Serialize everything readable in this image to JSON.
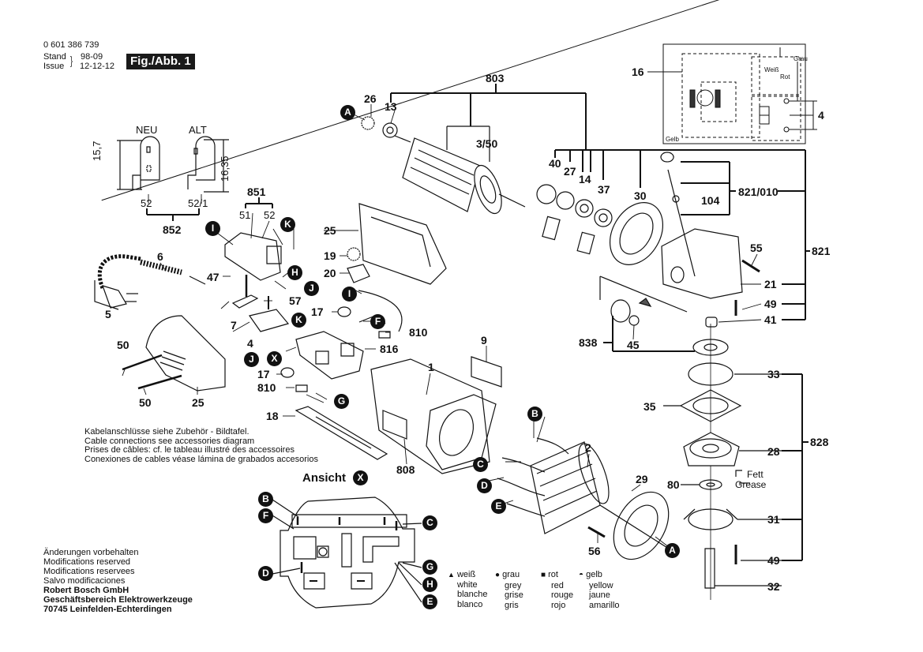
{
  "header": {
    "part_number": "0 601 386 739",
    "stand_label": "Stand",
    "issue_label": "Issue",
    "stand_old_date": "98-09",
    "issue_date": "12-12-12",
    "figure_label": "Fig./Abb. 1"
  },
  "detail_insert": {
    "neu_label": "NEU",
    "alt_label": "ALT",
    "dim_neu": "15,7",
    "dim_alt": "16,35",
    "part_neu": "52",
    "part_alt": "52/1",
    "group": "852"
  },
  "part_labels": {
    "p803": "803",
    "p26": "26",
    "p13": "13",
    "p3_50": "3/50",
    "p40": "40",
    "p27": "27",
    "p14": "14",
    "p37": "37",
    "p30": "30",
    "p821_010": "821/010",
    "p104": "104",
    "p821": "821",
    "p55": "55",
    "p21": "21",
    "p49a": "49",
    "p41": "41",
    "p838": "838",
    "p45": "45",
    "p33": "33",
    "p35": "35",
    "p28": "28",
    "p828": "828",
    "p80": "80",
    "p31": "31",
    "p49b": "49",
    "p32": "32",
    "p29": "29",
    "p2": "2",
    "p56": "56",
    "p1": "1",
    "p9": "9",
    "p808": "808",
    "p851": "851",
    "p51": "51",
    "p52": "52",
    "p25a": "25",
    "p19": "19",
    "p20": "20",
    "p6": "6",
    "p5": "5",
    "p47": "47",
    "p7": "7",
    "p57": "57",
    "p4a": "4",
    "p17a": "17",
    "p810a": "810",
    "p816": "816",
    "p17b": "17",
    "p810b": "810",
    "p18": "18",
    "p50a": "50",
    "p50b": "50",
    "p25b": "25",
    "p16": "16",
    "p4b": "4"
  },
  "grease_note": {
    "de": "Fett",
    "en": "Grease"
  },
  "wiring": {
    "grau": "Grau",
    "weiss": "Weiß",
    "rot": "Rot",
    "gelb": "Gelb"
  },
  "connectors": {
    "A1": "A",
    "A2": "A",
    "B": "B",
    "C": "C",
    "D": "D",
    "E": "E",
    "F": "F",
    "G": "G",
    "H": "H",
    "I1": "I",
    "I2": "I",
    "J1": "J",
    "J2": "J",
    "K1": "K",
    "K2": "K",
    "X1": "X"
  },
  "ansicht": {
    "title": "Ansicht",
    "marker": "X",
    "markers": [
      "B",
      "F",
      "D",
      "C",
      "G",
      "H",
      "E"
    ]
  },
  "cable_note": [
    "Kabelanschlüsse siehe Zubehör - Bildtafel.",
    "Cable connections see accessories diagram",
    "Prises de câbles: cf. le tableau illustré des accessoires",
    "Conexiones de cables véase lámina de grabados accesorios"
  ],
  "footer": [
    "Änderungen vorbehalten",
    "Modifications reserved",
    "Modifications reservees",
    "Salvo modificaciones",
    "Robert Bosch GmbH",
    "Geschäftsbereich Elektrowerkzeuge",
    "70745 Leinfelden-Echterdingen"
  ],
  "color_legend": [
    {
      "symbol": "triangle-icon",
      "glyph": "▲",
      "de": "weiß",
      "en": "white",
      "fr": "blanche",
      "es": "blanco"
    },
    {
      "symbol": "circle-icon",
      "glyph": "●",
      "de": "grau",
      "en": "grey",
      "fr": "grise",
      "es": "gris"
    },
    {
      "symbol": "square-icon",
      "glyph": "■",
      "de": "rot",
      "en": "red",
      "fr": "rouge",
      "es": "rojo"
    },
    {
      "symbol": "half-circle-icon",
      "glyph": "◓",
      "de": "gelb",
      "en": "yellow",
      "fr": "jaune",
      "es": "amarillo"
    }
  ]
}
